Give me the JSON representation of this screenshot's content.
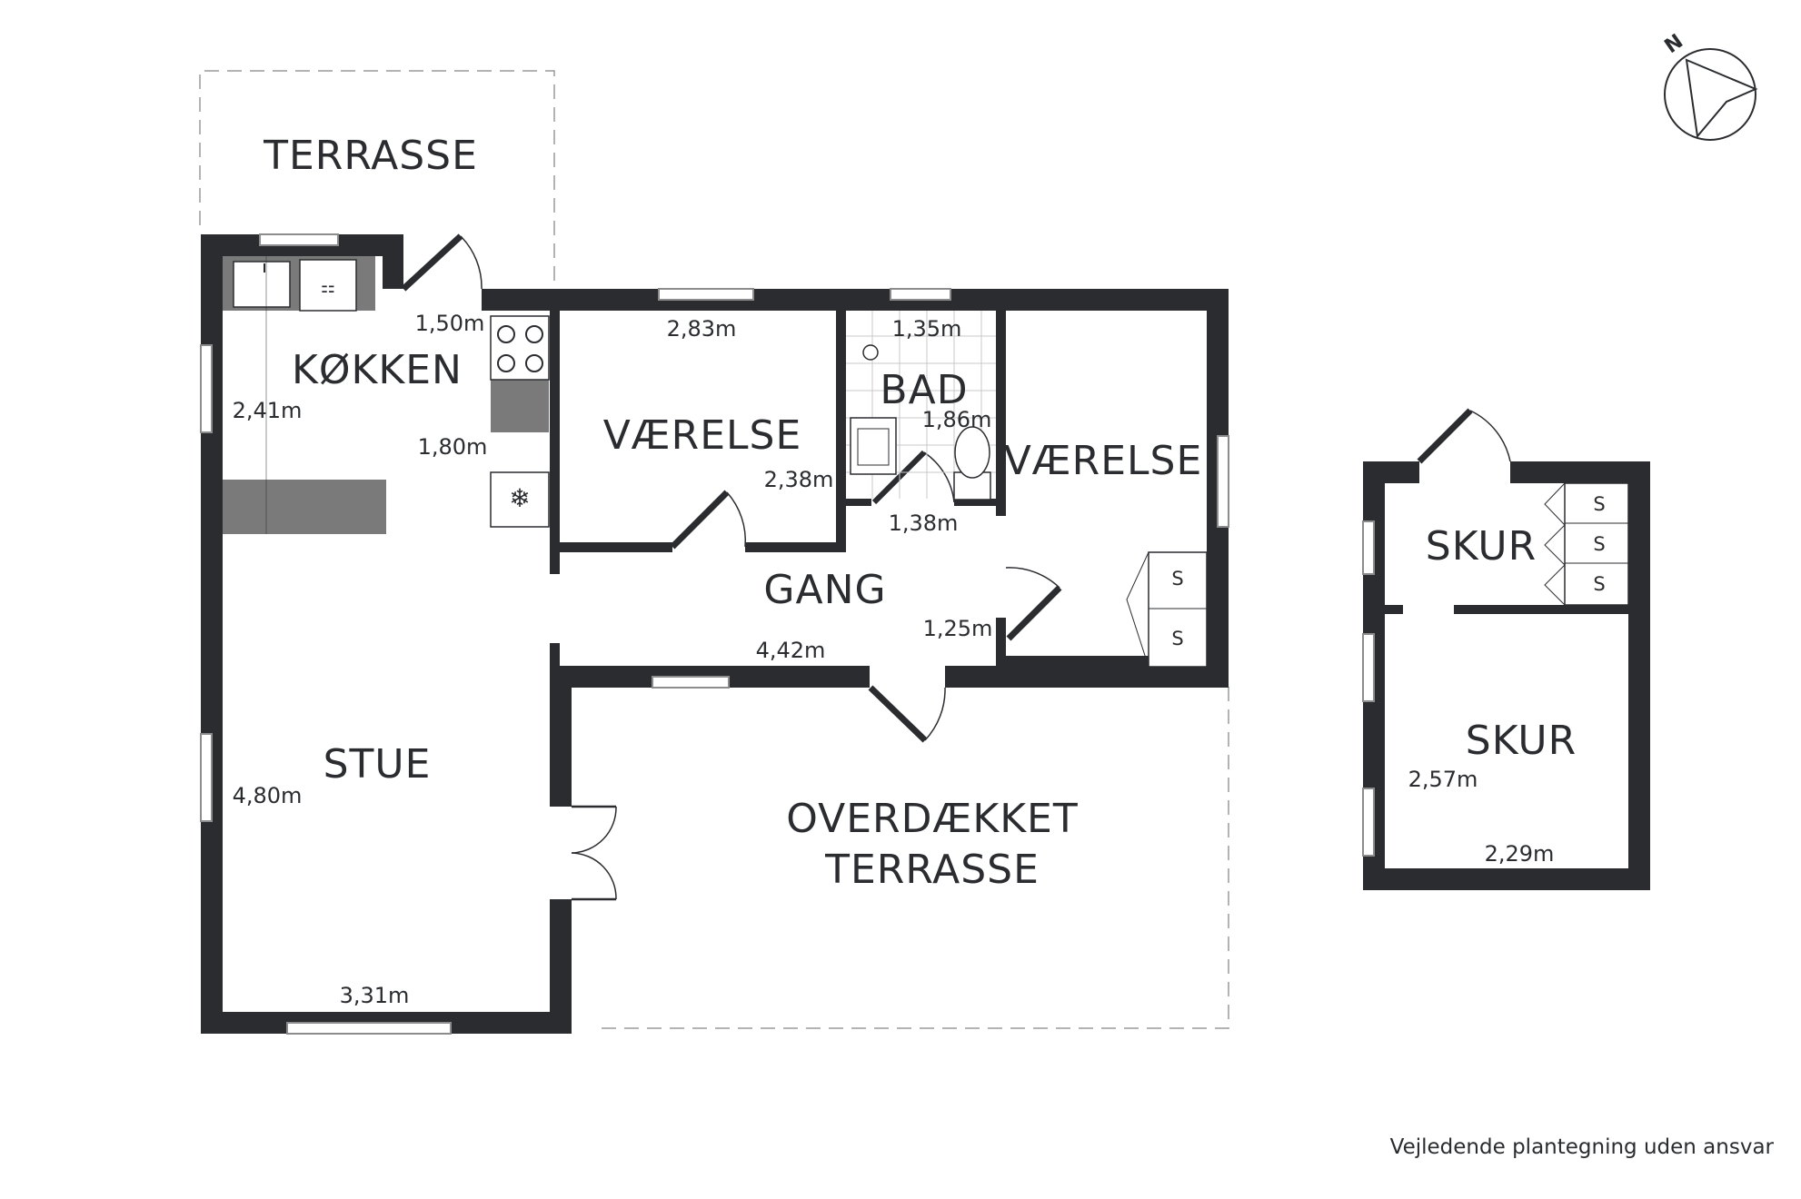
{
  "compass": {
    "north_label": "N",
    "icon": "north-arrow-icon"
  },
  "rooms": {
    "terrasse": "TERRASSE",
    "kokken": "KØKKEN",
    "vaerelse_1": "VÆRELSE",
    "bad": "BAD",
    "vaerelse_2": "VÆRELSE",
    "gang": "GANG",
    "stue": "STUE",
    "overdaekket_line1": "OVERDÆKKET",
    "overdaekket_line2": "TERRASSE",
    "skur_1": "SKUR",
    "skur_2": "SKUR"
  },
  "dimensions": {
    "kokken_door": "1,50m",
    "kokken_width": "2,41m",
    "kokken_side": "1,80m",
    "vaerelse_1_width": "2,83m",
    "vaerelse_1_depth": "2,38m",
    "bad_width": "1,35m",
    "bad_depth": "1,86m",
    "bad_bottom": "1,38m",
    "gang_side": "1,25m",
    "gang_length": "4,42m",
    "stue_depth": "4,80m",
    "stue_width": "3,31m",
    "skur_depth": "2,57m",
    "skur_width": "2,29m"
  },
  "shelf_labels": [
    "S",
    "S",
    "S",
    "S",
    "S"
  ],
  "disclaimer": "Vejledende plantegning uden ansvar",
  "colors": {
    "wall": "#2a2c30",
    "window": "#8c8c8c",
    "fixture": "#7a7a7a"
  }
}
